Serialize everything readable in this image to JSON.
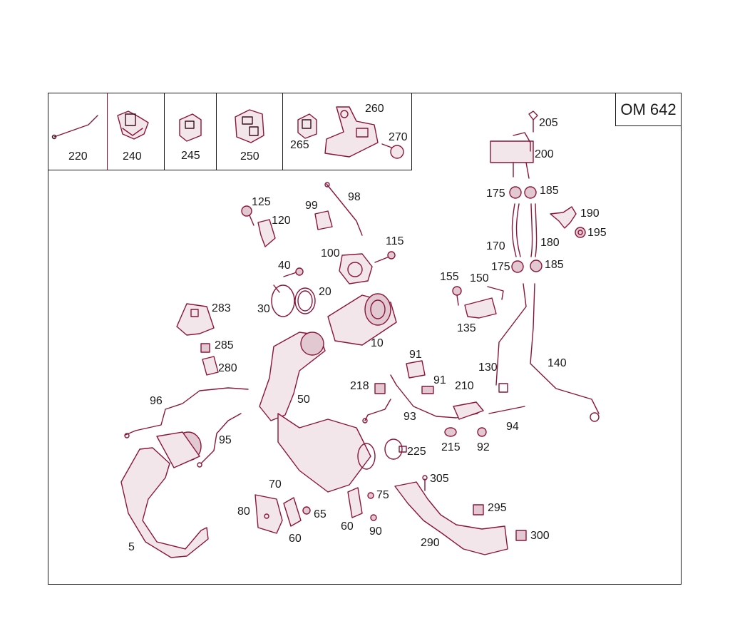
{
  "model": "OM 642",
  "colors": {
    "line": "#8a1538",
    "frame": "#1a1a1a",
    "text": "#1a1a1a"
  },
  "inset_labels": {
    "p220": "220",
    "p240": "240",
    "p245": "245",
    "p250": "250",
    "p265": "265",
    "p260": "260",
    "p270": "270"
  },
  "labels": {
    "p205": "205",
    "p200": "200",
    "p175a": "175",
    "p185a": "185",
    "p190": "190",
    "p195": "195",
    "p170": "170",
    "p180": "180",
    "p175b": "175",
    "p185b": "185",
    "p125": "125",
    "p120": "120",
    "p99": "99",
    "p98": "98",
    "p115": "115",
    "p100": "100",
    "p40": "40",
    "p20": "20",
    "p30": "30",
    "p283": "283",
    "p10": "10",
    "p155": "155",
    "p150": "150",
    "p135": "135",
    "p130": "130",
    "p140": "140",
    "p285": "285",
    "p280": "280",
    "p91a": "91",
    "p91b": "91",
    "p218": "218",
    "p210": "210",
    "p96": "96",
    "p50": "50",
    "p93": "93",
    "p94": "94",
    "p95": "95",
    "p225": "225",
    "p215": "215",
    "p92": "92",
    "p70": "70",
    "p305": "305",
    "p80": "80",
    "p75": "75",
    "p65": "65",
    "p295": "295",
    "p60a": "60",
    "p60b": "60",
    "p90": "90",
    "p300": "300",
    "p5": "5",
    "p290": "290"
  }
}
